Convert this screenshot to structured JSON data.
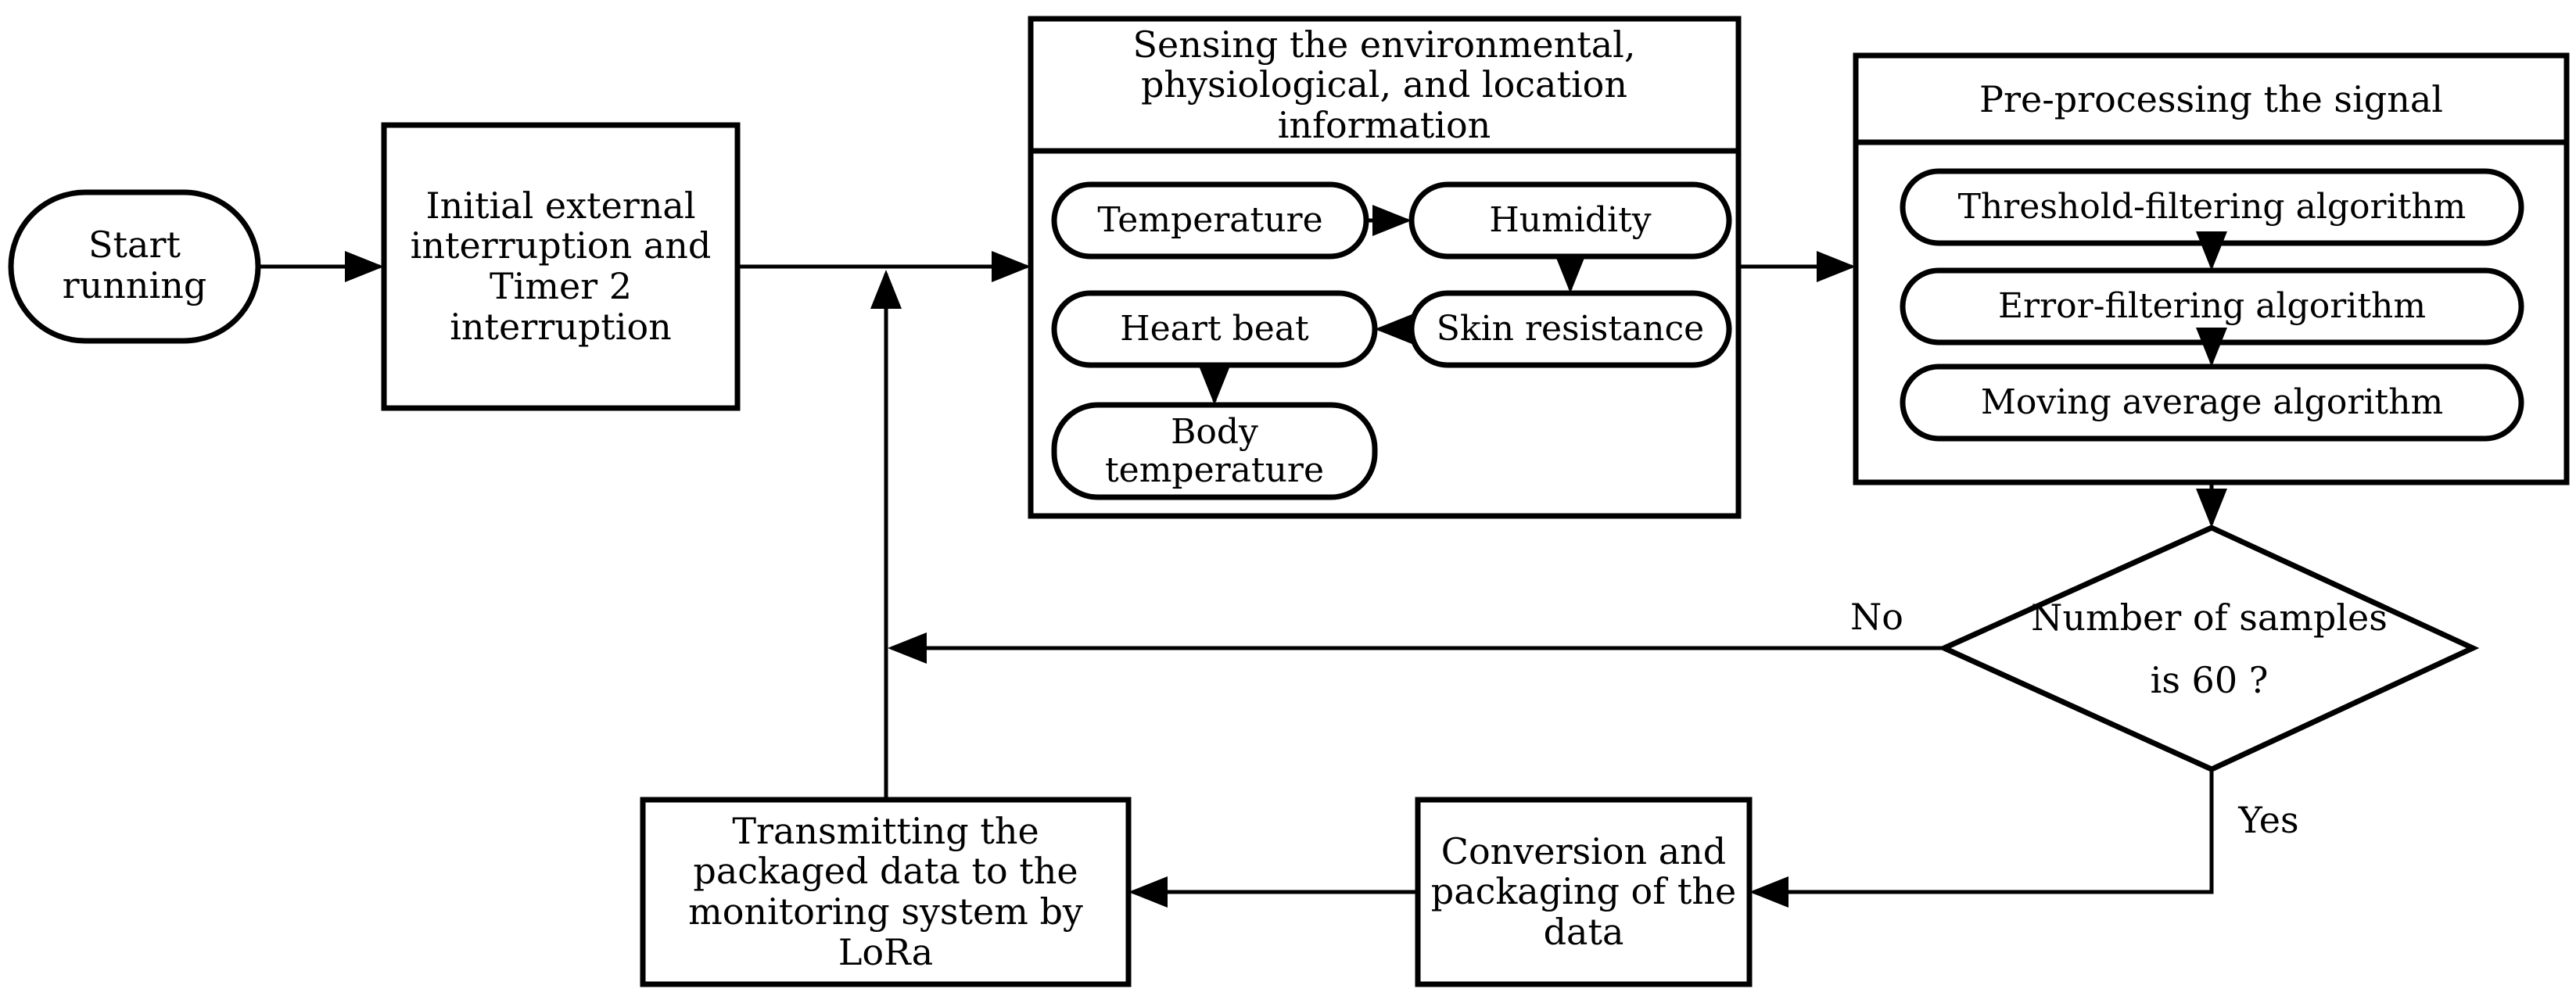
{
  "nodes": {
    "start": "Start running",
    "init": "Initial external interruption and Timer 2 interruption",
    "sensing_header": "Sensing the environmental, physiological, and location information",
    "temperature": "Temperature",
    "humidity": "Humidity",
    "skin": "Skin resistance",
    "heart": "Heart beat",
    "body": "Body temperature",
    "pre_header": "Pre-processing the signal",
    "threshold": "Threshold-filtering algorithm",
    "error": "Error-filtering algorithm",
    "moving": "Moving average algorithm",
    "decision": "Number of samples is 60 ?",
    "conversion": "Conversion and packaging of the data",
    "transmit": "Transmitting the packaged data to the monitoring system by LoRa"
  },
  "edges": {
    "no": "No",
    "yes": "Yes"
  }
}
